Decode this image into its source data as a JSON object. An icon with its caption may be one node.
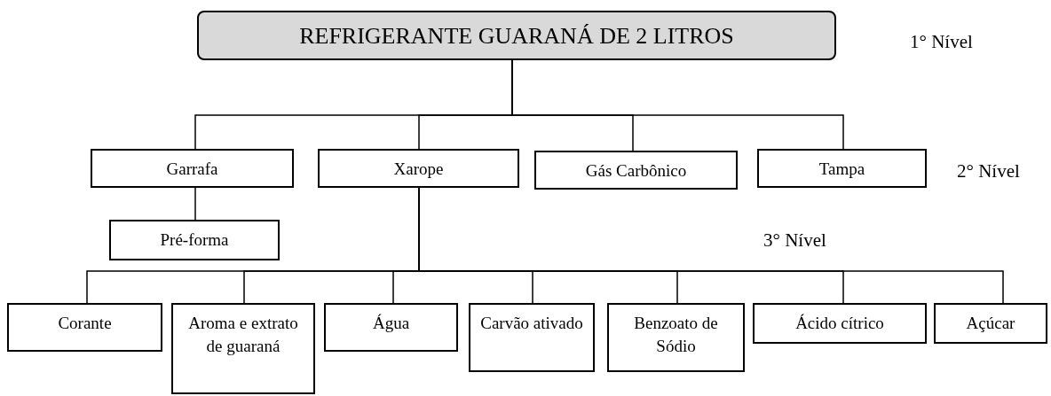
{
  "diagram": {
    "nodes": [
      {
        "text": [
          "REFRIGERANTE GUARANÁ DE 2 LITROS"
        ]
      },
      {
        "text": [
          "Garrafa"
        ]
      },
      {
        "text": [
          "Xarope"
        ]
      },
      {
        "text": [
          "Gás Carbônico"
        ]
      },
      {
        "text": [
          "Tampa"
        ]
      },
      {
        "text": [
          "Pré-forma"
        ]
      },
      {
        "text": [
          "Corante"
        ]
      },
      {
        "text": [
          "Aroma e extrato de guaraná"
        ]
      },
      {
        "text": [
          "Água"
        ]
      },
      {
        "text": [
          "Carvão ativado"
        ]
      },
      {
        "text": [
          "Benzoato de Sódio"
        ]
      },
      {
        "text": [
          "Ácido cítrico"
        ]
      },
      {
        "text": [
          "Açúcar"
        ]
      }
    ],
    "edges": [
      {
        "from": 0,
        "to": 1,
        "arrow": "none"
      },
      {
        "from": 0,
        "to": 2,
        "arrow": "none"
      },
      {
        "from": 0,
        "to": 3,
        "arrow": "none"
      },
      {
        "from": 0,
        "to": 4,
        "arrow": "none"
      },
      {
        "from": 1,
        "to": 5,
        "arrow": "none"
      },
      {
        "from": 2,
        "to": 6,
        "arrow": "none"
      },
      {
        "from": 2,
        "to": 7,
        "arrow": "none"
      },
      {
        "from": 2,
        "to": 8,
        "arrow": "none"
      },
      {
        "from": 2,
        "to": 9,
        "arrow": "none"
      },
      {
        "from": 2,
        "to": 10,
        "arrow": "none"
      },
      {
        "from": 2,
        "to": 11,
        "arrow": "none"
      },
      {
        "from": 2,
        "to": 12,
        "arrow": "none"
      }
    ],
    "labels": [
      "1° Nível",
      "2° Nível",
      "3° Nível"
    ]
  }
}
